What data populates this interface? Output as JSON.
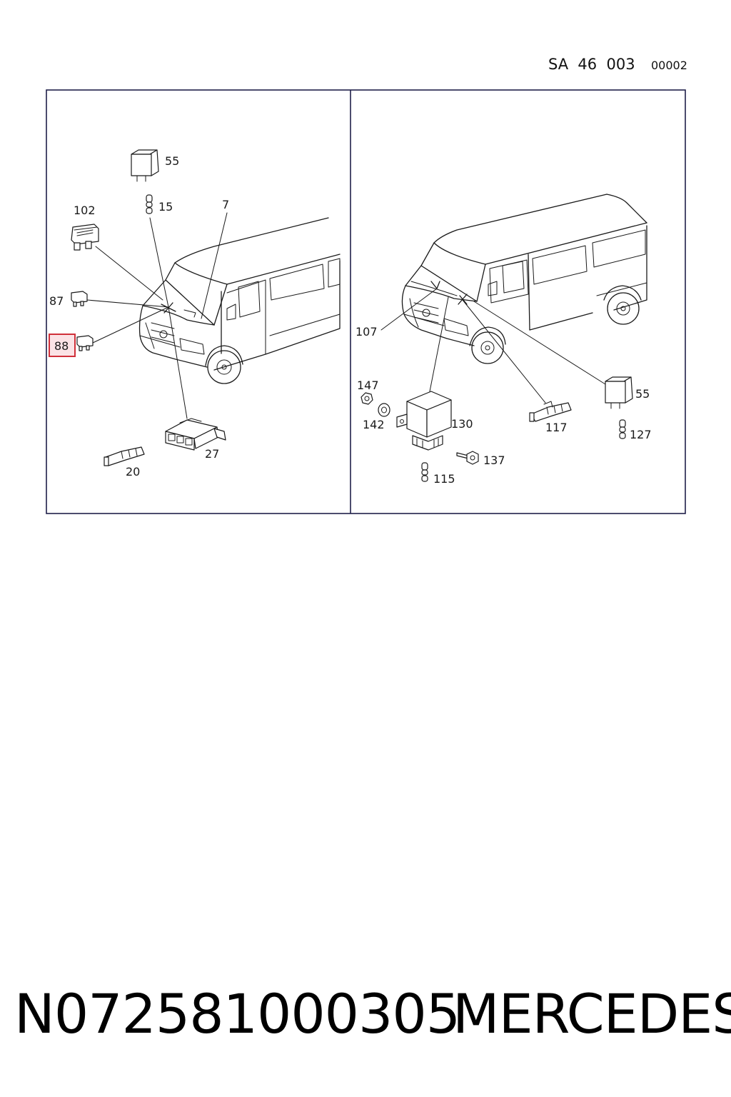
{
  "header": {
    "diagram_code": "SA  46  003",
    "sheet_number": "00002"
  },
  "left_panel": {
    "callouts": [
      "55",
      "15",
      "102",
      "7",
      "87",
      "88",
      "27",
      "20"
    ],
    "highlighted": "88"
  },
  "right_panel": {
    "callouts": [
      "107",
      "147",
      "142",
      "130",
      "117",
      "55",
      "127",
      "137",
      "115"
    ]
  },
  "footer": {
    "part_number": "N072581000305",
    "brand": "MERCEDES"
  },
  "colors": {
    "frame": "#20204a",
    "highlight_border": "#d0303a",
    "highlight_fill": "#fbe3e6"
  }
}
